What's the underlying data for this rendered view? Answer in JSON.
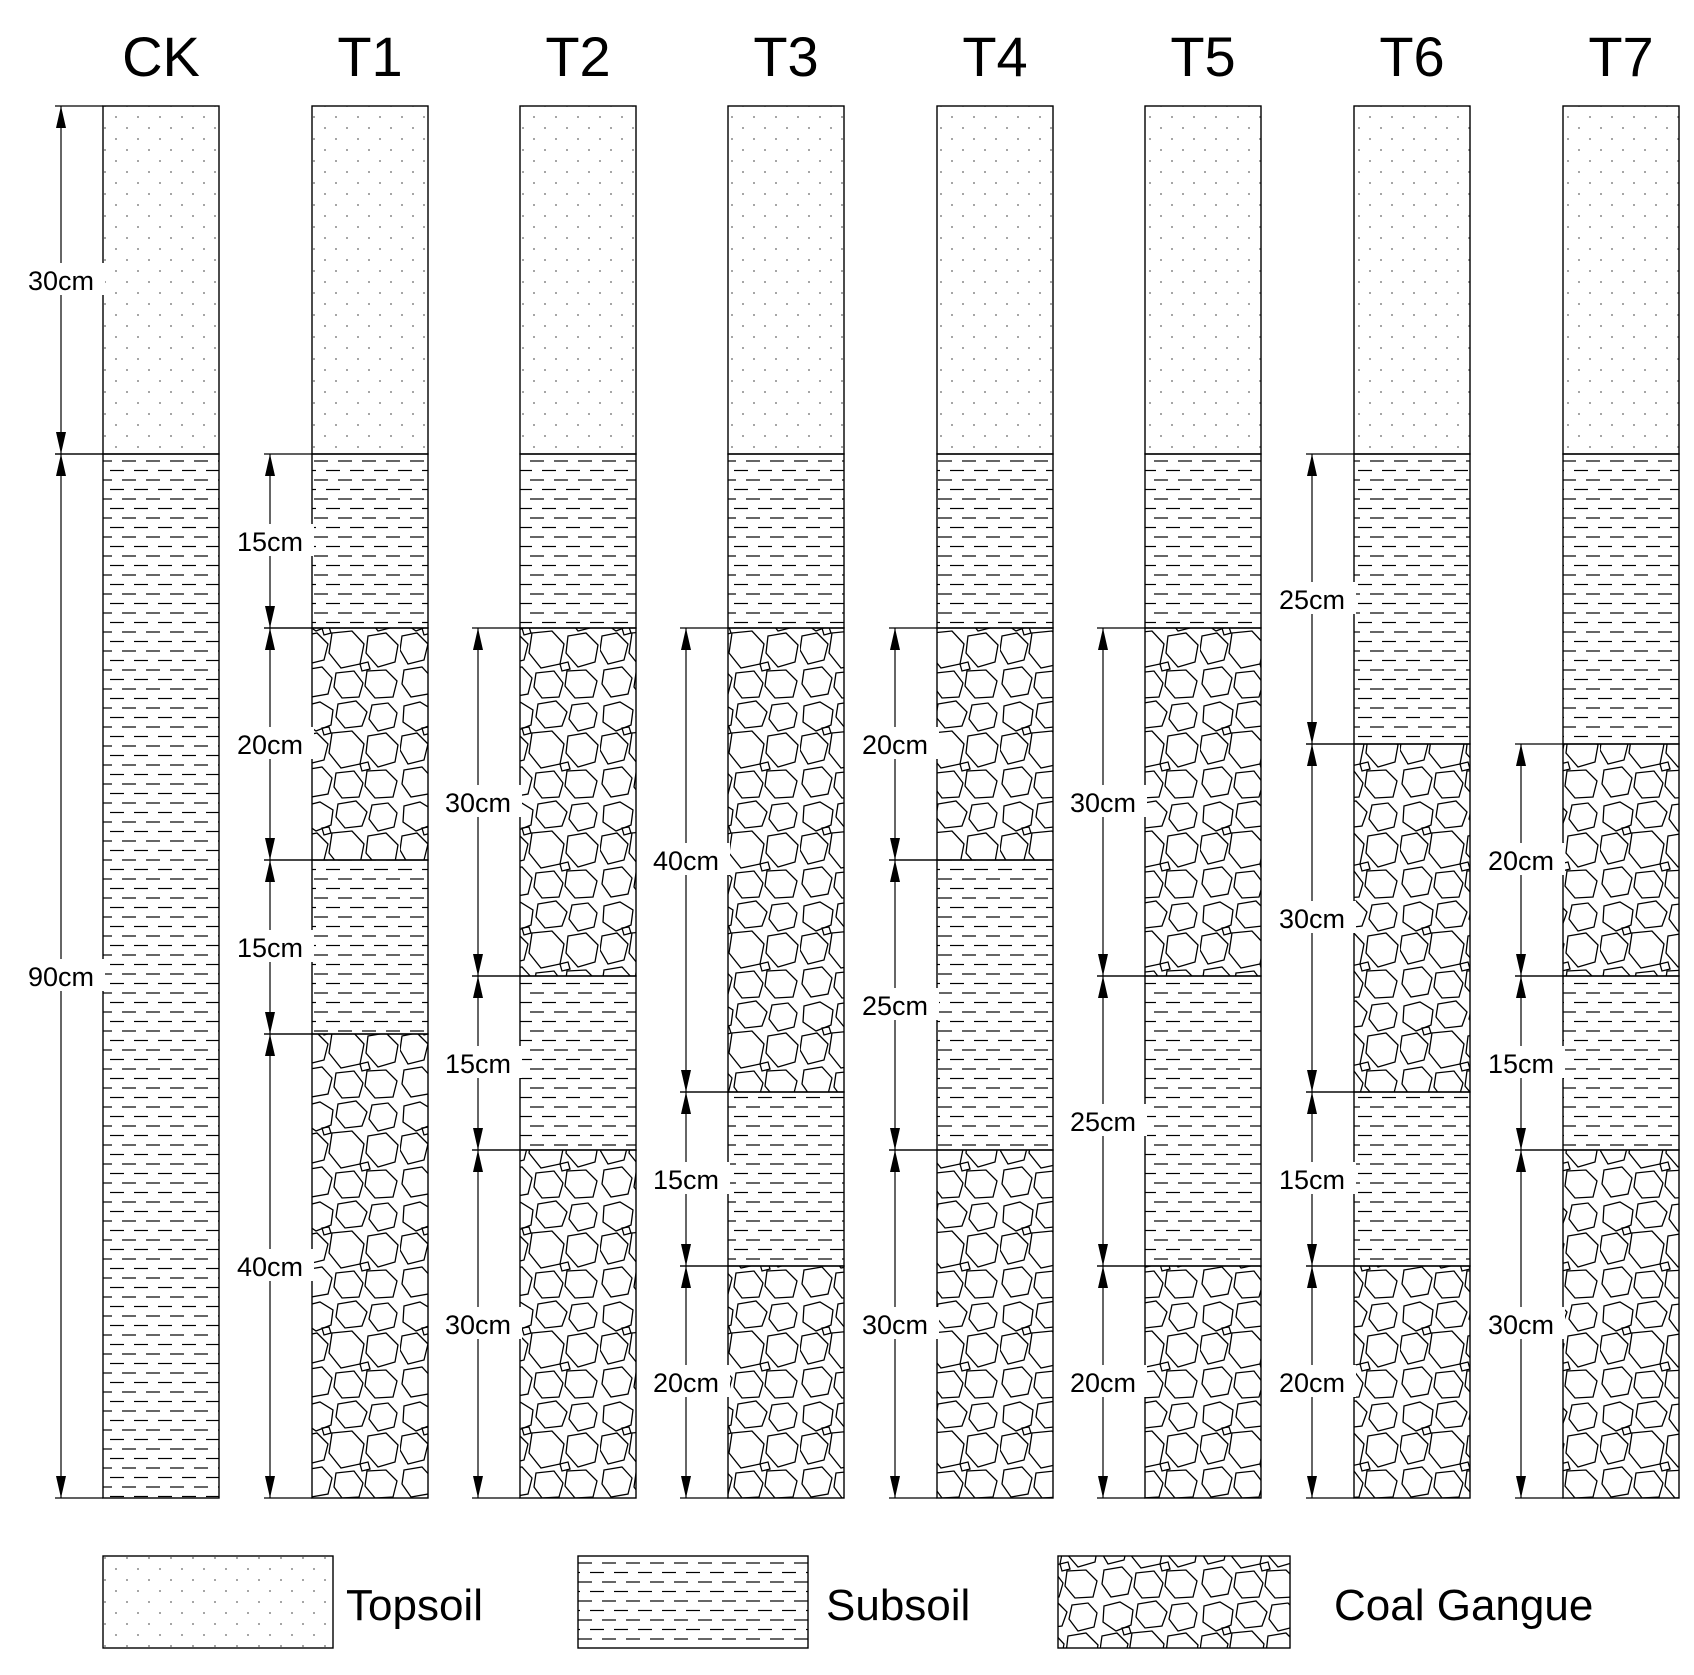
{
  "diagram": {
    "total_depth_cm": 120,
    "columns": [
      {
        "name": "CK",
        "layers": [
          {
            "type": "topsoil",
            "thickness": 30,
            "label": "30cm"
          },
          {
            "type": "subsoil",
            "thickness": 90,
            "label": "90cm"
          }
        ]
      },
      {
        "name": "T1",
        "layers": [
          {
            "type": "topsoil",
            "thickness": 30,
            "label": ""
          },
          {
            "type": "subsoil",
            "thickness": 15,
            "label": "15cm"
          },
          {
            "type": "gangue",
            "thickness": 20,
            "label": "20cm"
          },
          {
            "type": "subsoil",
            "thickness": 15,
            "label": "15cm"
          },
          {
            "type": "gangue",
            "thickness": 40,
            "label": "40cm"
          }
        ]
      },
      {
        "name": "T2",
        "layers": [
          {
            "type": "topsoil",
            "thickness": 30,
            "label": ""
          },
          {
            "type": "subsoil",
            "thickness": 15,
            "label": ""
          },
          {
            "type": "gangue",
            "thickness": 30,
            "label": "30cm"
          },
          {
            "type": "subsoil",
            "thickness": 15,
            "label": "15cm"
          },
          {
            "type": "gangue",
            "thickness": 30,
            "label": "30cm"
          }
        ]
      },
      {
        "name": "T3",
        "layers": [
          {
            "type": "topsoil",
            "thickness": 30,
            "label": ""
          },
          {
            "type": "subsoil",
            "thickness": 15,
            "label": ""
          },
          {
            "type": "gangue",
            "thickness": 40,
            "label": "40cm"
          },
          {
            "type": "subsoil",
            "thickness": 15,
            "label": "15cm"
          },
          {
            "type": "gangue",
            "thickness": 20,
            "label": "20cm"
          }
        ]
      },
      {
        "name": "T4",
        "layers": [
          {
            "type": "topsoil",
            "thickness": 30,
            "label": ""
          },
          {
            "type": "subsoil",
            "thickness": 15,
            "label": ""
          },
          {
            "type": "gangue",
            "thickness": 20,
            "label": "20cm"
          },
          {
            "type": "subsoil",
            "thickness": 25,
            "label": "25cm"
          },
          {
            "type": "gangue",
            "thickness": 30,
            "label": "30cm"
          }
        ]
      },
      {
        "name": "T5",
        "layers": [
          {
            "type": "topsoil",
            "thickness": 30,
            "label": ""
          },
          {
            "type": "subsoil",
            "thickness": 15,
            "label": ""
          },
          {
            "type": "gangue",
            "thickness": 30,
            "label": "30cm"
          },
          {
            "type": "subsoil",
            "thickness": 25,
            "label": "25cm"
          },
          {
            "type": "gangue",
            "thickness": 20,
            "label": "20cm"
          }
        ]
      },
      {
        "name": "T6",
        "layers": [
          {
            "type": "topsoil",
            "thickness": 30,
            "label": ""
          },
          {
            "type": "subsoil",
            "thickness": 25,
            "label": "25cm"
          },
          {
            "type": "gangue",
            "thickness": 30,
            "label": "30cm"
          },
          {
            "type": "subsoil",
            "thickness": 15,
            "label": "15cm"
          },
          {
            "type": "gangue",
            "thickness": 20,
            "label": "20cm"
          }
        ]
      },
      {
        "name": "T7",
        "layers": [
          {
            "type": "topsoil",
            "thickness": 30,
            "label": ""
          },
          {
            "type": "subsoil",
            "thickness": 25,
            "label": ""
          },
          {
            "type": "gangue",
            "thickness": 20,
            "label": "20cm"
          },
          {
            "type": "subsoil",
            "thickness": 15,
            "label": "15cm"
          },
          {
            "type": "gangue",
            "thickness": 30,
            "label": "30cm"
          }
        ]
      }
    ]
  },
  "legend": [
    {
      "type": "topsoil",
      "label": "Topsoil"
    },
    {
      "type": "subsoil",
      "label": "Subsoil"
    },
    {
      "type": "gangue",
      "label": "Coal Gangue"
    }
  ],
  "colors": {
    "stroke": "#000000",
    "background": "#ffffff",
    "dots": "#555555"
  }
}
